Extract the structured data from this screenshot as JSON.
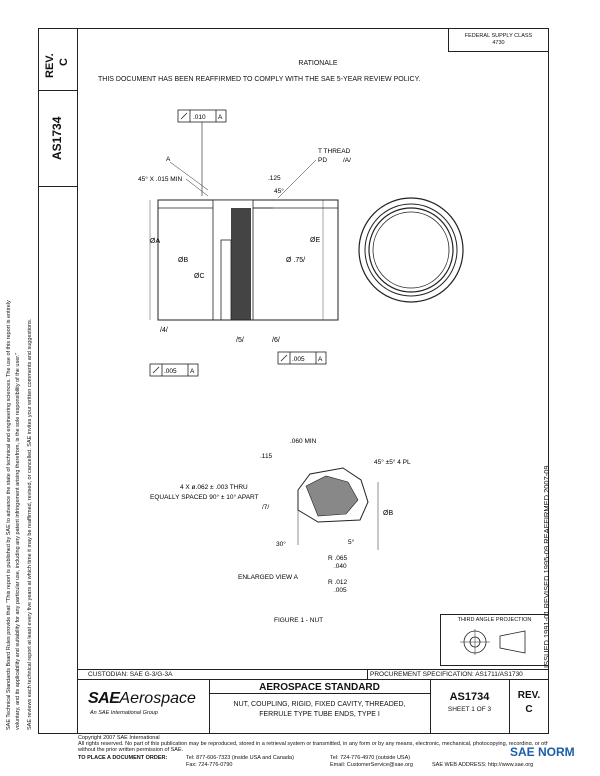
{
  "side": {
    "rev_label": "REV.",
    "rev_letter": "C",
    "doc_number": "AS1734",
    "disclaimer_line1": "SAE Technical Standards Board Rules provide that: \"This report is published by SAE to advance the state of technical and engineering sciences. The use of this report is entirely",
    "disclaimer_line2": "voluntary, and its applicability and suitability for any particular use, including any patent infringement arising therefrom, is the sole responsibility of the user.\"",
    "disclaimer_line3": "SAE reviews each technical report at least every five years at which time it may be reaffirmed, revised, or cancelled. SAE invites your written comments and suggestions.",
    "history": "ISSUED 1991-01     REVISED 1995-09     REAFFIRMED 2007-09"
  },
  "header": {
    "supply_class_label": "FEDERAL SUPPLY CLASS",
    "supply_class_value": "4730",
    "rationale_title": "RATIONALE",
    "rationale_text": "THIS DOCUMENT HAS BEEN REAFFIRMED TO COMPLY WITH THE SAE 5-YEAR REVIEW POLICY."
  },
  "drawing": {
    "tol_top": ".010",
    "tol_top_ref": "A",
    "tol_mid": ".005",
    "tol_mid_ref": "A",
    "tol_bottom": ".005",
    "tol_bottom_ref": "A",
    "label_a": "A",
    "chamfer": "45° X .015 MIN",
    "thread_label": "T THREAD",
    "pd_label": "PD",
    "pd_ref": "/A/",
    "dim_125": ".125",
    "angle_45": "45°",
    "dia_a": "ØA",
    "dia_b": "ØB",
    "dia_c": "ØC",
    "dia_e": "ØE",
    "dia_d": "Ø .75/",
    "ref_4": "/4/",
    "ref_5": "/5/",
    "ref_6": "/6/",
    "dim_060": ".060 MIN",
    "dim_115": ".115",
    "chamfer_4pl": "45° ±5° 4 PL",
    "holes_line1": "4 X ø.062 ± .003 THRU",
    "holes_line2": "EQUALLY SPACED 90° ± 10° APART",
    "holes_ref": "/7/",
    "angle_30": "30°",
    "angle_5": "5°",
    "r1_line1": "R .065",
    "r1_line2": ".040",
    "r2_line1": "R .012",
    "r2_line2": ".005",
    "dia_b_view": "ØB",
    "enlarged": "ENLARGED VIEW A",
    "figure_caption": "FIGURE 1 - NUT",
    "third_angle": "THIRD ANGLE PROJECTION"
  },
  "title_block": {
    "custodian": "CUSTODIAN:  SAE G-3/G-3A",
    "procurement": "PROCUREMENT SPECIFICATION:  AS1711/AS1730",
    "logo_sae": "SAE",
    "logo_aerospace": "Aerospace",
    "logo_tagline": "An SAE International Group",
    "standard_title": "AEROSPACE STANDARD",
    "desc_line1": "NUT, COUPLING, RIGID, FIXED CAVITY, THREADED,",
    "desc_line2": "FERRULE TYPE TUBE ENDS, TYPE I",
    "doc_number": "AS1734",
    "sheet": "SHEET 1 OF 3",
    "rev_label": "REV.",
    "rev_letter": "C"
  },
  "footer": {
    "copyright": "Copyright 2007 SAE International",
    "rights1": "All rights reserved. No part of this publication may be reproduced, stored in a retrieval system or transmitted, in any form or by any means, electronic, mechanical, photocopying, recording, or otherwise,",
    "rights2": "without the prior written permission of SAE.",
    "order_label": "TO PLACE A DOCUMENT ORDER:",
    "tel1": "Tel: 877-606-7323 (inside USA and Canada)",
    "tel2": "Tel: 724-776-4970 (outside USA)",
    "fax": "Fax: 724-776-0790",
    "email": "Email: CustomerService@sae.org",
    "web": "SAE WEB ADDRESS: http://www.sae.org",
    "watermark": "SAE NORM"
  }
}
